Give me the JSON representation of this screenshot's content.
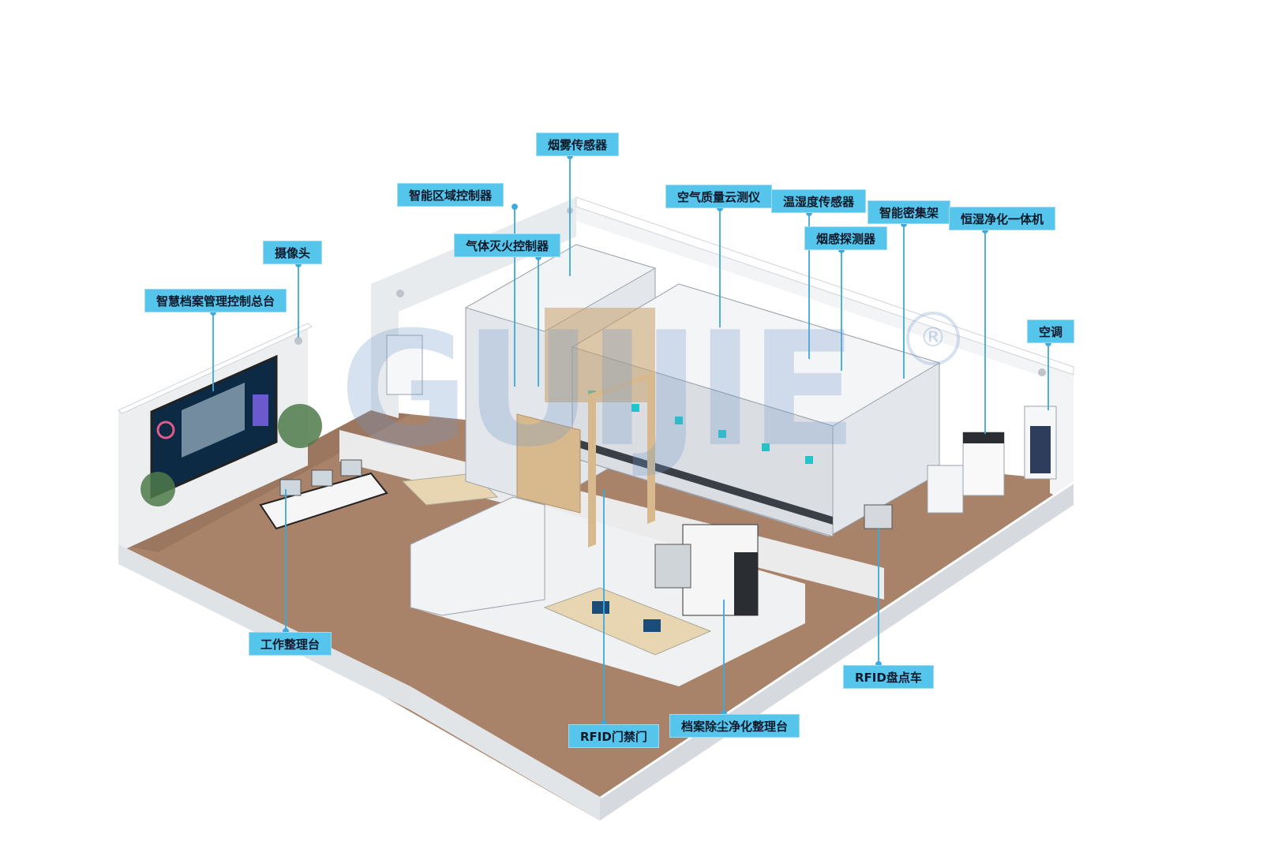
{
  "watermark": {
    "text": "GUIJIE",
    "symbol": "®"
  },
  "labels": {
    "smoke_sensor": "烟雾传感器",
    "zone_controller": "智能区域控制器",
    "air_quality": "空气质量云测仪",
    "temp_humidity": "温湿度传感器",
    "smart_shelf": "智能密集架",
    "humidity_purifier": "恒湿净化一体机",
    "camera": "摄像头",
    "gas_fire_controller": "气体灭火控制器",
    "smoke_detector": "烟感探测器",
    "console": "智慧档案管理控制总台",
    "air_conditioner": "空调",
    "workbench": "工作整理台",
    "rfid_cart": "RFID盘点车",
    "rfid_gate": "RFID门禁门",
    "dust_table": "档案除尘净化整理台"
  },
  "colors": {
    "callout_bg": "#56c5ec",
    "leader": "#3aa9dd",
    "wall": "#eef0f2",
    "wall_shade": "#d6dadf",
    "floor": "#a9826a",
    "cabinet": "#e3e6ea",
    "cabinet_dark": "#b8bec6",
    "screen_teal": "#1ec6c9"
  }
}
